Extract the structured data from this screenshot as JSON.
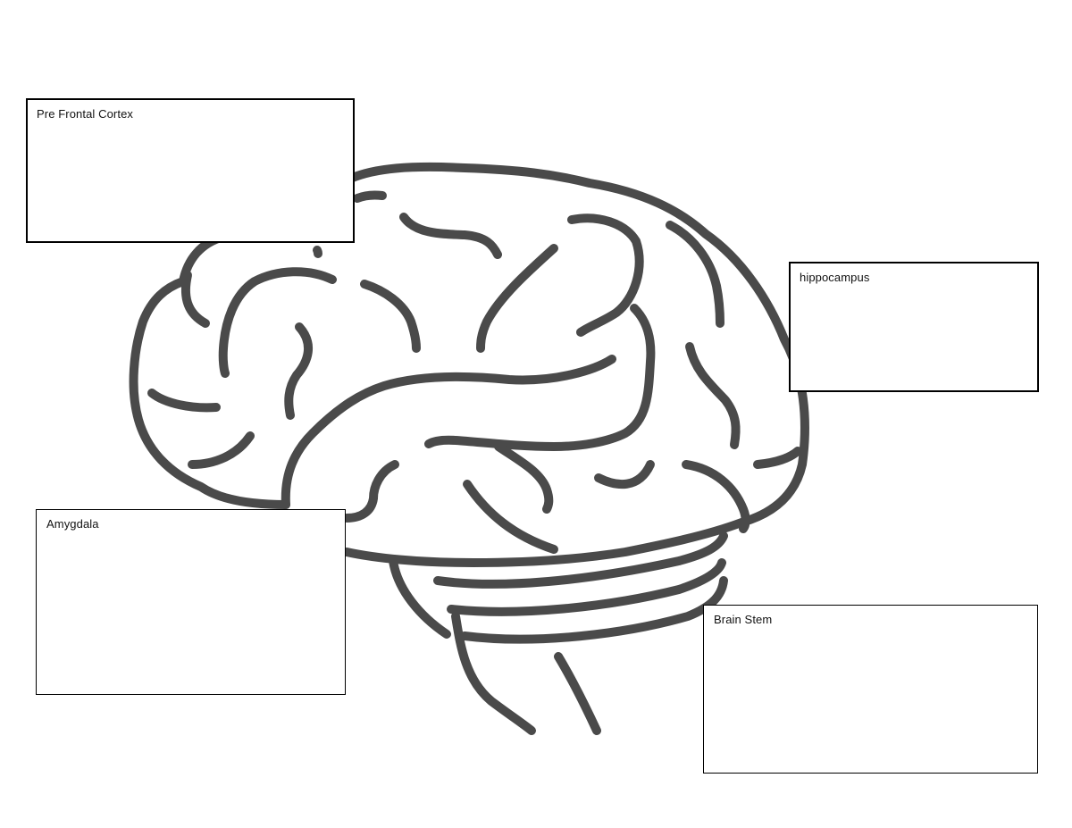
{
  "labels": {
    "prefrontal": "Pre Frontal Cortex",
    "hippocampus": "hippocampus",
    "amygdala": "Amygdala",
    "brainstem": "Brain Stem"
  },
  "colors": {
    "outline": "#4a4a4a",
    "background": "#ffffff",
    "box_border": "#000000"
  },
  "illustration": {
    "icon": "brain-side-view-icon"
  }
}
